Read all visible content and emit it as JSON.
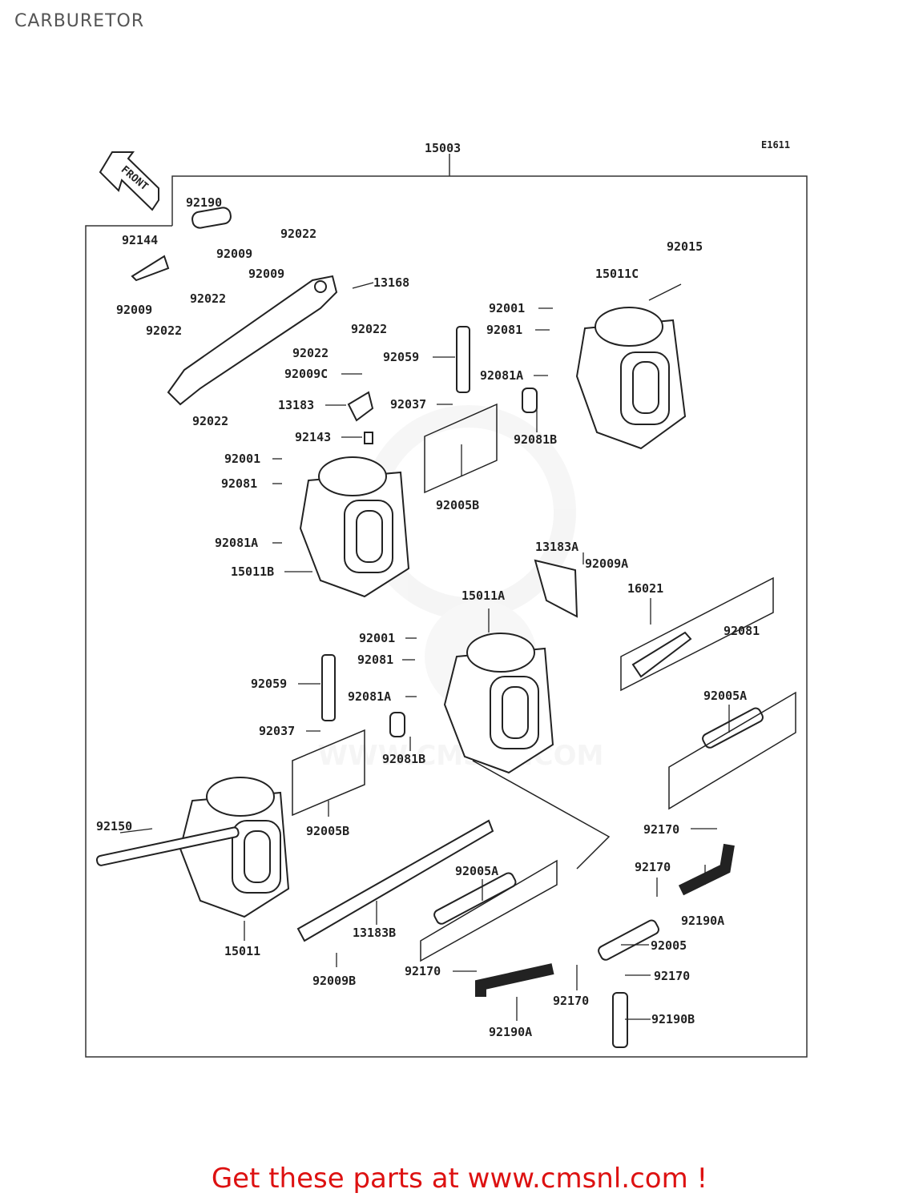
{
  "header": {
    "title": "CARBURETOR"
  },
  "diagram": {
    "ref_code": "E1611",
    "front_marker": "FRONT",
    "assembly_number": "15003",
    "watermark": "WWW.CMSNL.COM",
    "parts": [
      {
        "id": "92190"
      },
      {
        "id": "92144"
      },
      {
        "id": "92022"
      },
      {
        "id": "92009"
      },
      {
        "id": "92009"
      },
      {
        "id": "92022"
      },
      {
        "id": "13168"
      },
      {
        "id": "92009"
      },
      {
        "id": "92022"
      },
      {
        "id": "92022"
      },
      {
        "id": "92022"
      },
      {
        "id": "92022"
      },
      {
        "id": "92009C"
      },
      {
        "id": "13183"
      },
      {
        "id": "92143"
      },
      {
        "id": "92059"
      },
      {
        "id": "92037"
      },
      {
        "id": "92005B"
      },
      {
        "id": "92001"
      },
      {
        "id": "92081"
      },
      {
        "id": "92081A"
      },
      {
        "id": "15011B"
      },
      {
        "id": "92015"
      },
      {
        "id": "15011C"
      },
      {
        "id": "92001"
      },
      {
        "id": "92081"
      },
      {
        "id": "92081A"
      },
      {
        "id": "92081B"
      },
      {
        "id": "13183A"
      },
      {
        "id": "92009A"
      },
      {
        "id": "15011A"
      },
      {
        "id": "16021"
      },
      {
        "id": "92081"
      },
      {
        "id": "92001"
      },
      {
        "id": "92081"
      },
      {
        "id": "92081A"
      },
      {
        "id": "92081B"
      },
      {
        "id": "92059"
      },
      {
        "id": "92037"
      },
      {
        "id": "92005B"
      },
      {
        "id": "92005A"
      },
      {
        "id": "92150"
      },
      {
        "id": "15011"
      },
      {
        "id": "13183B"
      },
      {
        "id": "92009B"
      },
      {
        "id": "92005A"
      },
      {
        "id": "92170"
      },
      {
        "id": "92170"
      },
      {
        "id": "92190A"
      },
      {
        "id": "92170"
      },
      {
        "id": "92005"
      },
      {
        "id": "92170"
      },
      {
        "id": "92170"
      },
      {
        "id": "92190A"
      },
      {
        "id": "92190B"
      }
    ]
  },
  "footer": {
    "promo_text": "Get these parts at www.cmsnl.com !",
    "promo_color": "#dd1111"
  }
}
